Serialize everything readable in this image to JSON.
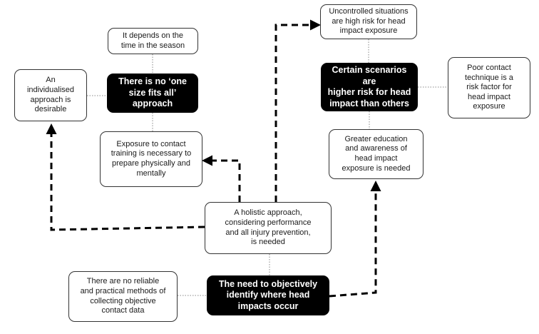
{
  "nodes": {
    "holistic": "A holistic approach,\nconsidering performance\nand all injury prevention,\nis needed",
    "no_one_size": "There is no ‘one\nsize fits all’\napproach",
    "depends_season": "It depends on the\ntime in the season",
    "individualised": "An\nindividualised\napproach is\ndesirable",
    "exposure_training": "Exposure to contact\ntraining is necessary to\nprepare physically and\nmentally",
    "certain_scenarios": "Certain scenarios are\nhigher risk for head\nimpact than others",
    "uncontrolled": "Uncontrolled situations\nare high risk for head\nimpact exposure",
    "poor_technique": "Poor contact\ntechnique is a\nrisk factor for\nhead impact\nexposure",
    "education": "Greater education\nand awareness of\nhead impact\nexposure is needed",
    "need_identify": "The need to objectively\nidentify where head\nimpacts occur",
    "no_methods": "There are no reliable\nand practical methods of\ncollecting objective\ncontact data"
  },
  "colors": {
    "theme_fill": "#000000",
    "theme_text": "#ffffff",
    "subtheme_fill": "#ffffff",
    "subtheme_text": "#1a1a1a",
    "arrow": "#000000",
    "dotted_link": "#888888"
  }
}
